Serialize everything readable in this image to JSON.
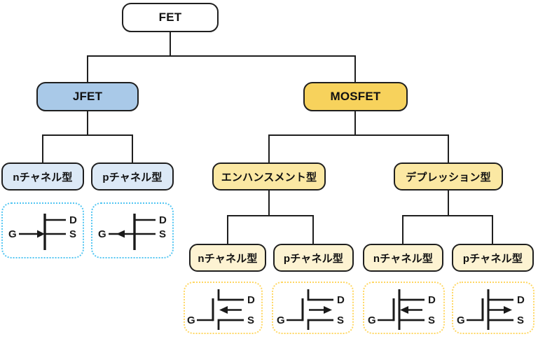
{
  "tree": {
    "root": {
      "label": "FET"
    },
    "jfet": {
      "label": "JFET"
    },
    "mosfet": {
      "label": "MOSFET"
    },
    "jfet_children": [
      {
        "label": "nチャネル型"
      },
      {
        "label": "pチャネル型"
      }
    ],
    "mosfet_children": [
      {
        "label": "エンハンスメント型"
      },
      {
        "label": "デプレッション型"
      }
    ],
    "enhancement_children": [
      {
        "label": "nチャネル型"
      },
      {
        "label": "pチャネル型"
      }
    ],
    "depletion_children": [
      {
        "label": "nチャネル型"
      },
      {
        "label": "pチャネル型"
      }
    ]
  },
  "symbols": {
    "jfet_n": {
      "gate_label": "G",
      "drain_label": "D",
      "source_label": "S",
      "arrow_direction": "toward-channel-bar",
      "channel_style": "solid"
    },
    "jfet_p": {
      "gate_label": "G",
      "drain_label": "D",
      "source_label": "S",
      "arrow_direction": "toward-gate",
      "channel_style": "solid"
    },
    "enh_n": {
      "gate_label": "G",
      "drain_label": "D",
      "source_label": "S",
      "arrow_direction": "toward-gate-bar",
      "channel_style": "broken"
    },
    "enh_p": {
      "gate_label": "G",
      "drain_label": "D",
      "source_label": "S",
      "arrow_direction": "away-from-gate-bar",
      "channel_style": "broken"
    },
    "dep_n": {
      "gate_label": "G",
      "drain_label": "D",
      "source_label": "S",
      "arrow_direction": "toward-gate-bar",
      "channel_style": "solid"
    },
    "dep_p": {
      "gate_label": "G",
      "drain_label": "D",
      "source_label": "S",
      "arrow_direction": "away-from-gate-bar",
      "channel_style": "solid"
    }
  },
  "colors": {
    "node_border": "#1f1f1f",
    "connector": "#1f1f1f",
    "fet_fill": "#ffffff",
    "jfet_fill": "#a9c9e8",
    "jfet_child_fill": "#dce9f6",
    "mosfet_fill": "#f7d25c",
    "mosfet_child_fill": "#fbe8a3",
    "mosfet_leaf_fill": "#fdf3d2",
    "jfet_symbol_border": "#53c6f2",
    "mosfet_symbol_border": "#ffd763",
    "symbol_stroke": "#1a1a1a"
  }
}
